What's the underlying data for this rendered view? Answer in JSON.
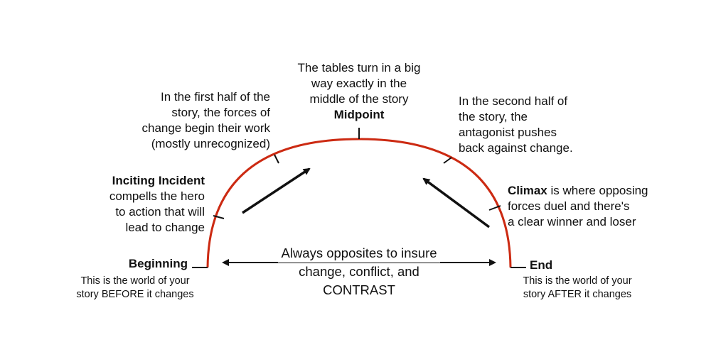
{
  "colors": {
    "arc": "#cc2a12",
    "ink": "#111111",
    "background": "#ffffff"
  },
  "midpoint": {
    "desc": [
      "The tables turn in a big",
      "way exactly in the",
      "middle of the story"
    ],
    "title": "Midpoint"
  },
  "first_half": {
    "desc": [
      "In the first half of the",
      "story, the forces of",
      "change begin their work",
      "(mostly unrecognized)"
    ]
  },
  "second_half": {
    "desc": [
      "In the second half of",
      "the story, the",
      "antagonist pushes",
      "back against change."
    ]
  },
  "inciting_incident": {
    "title": "Inciting Incident",
    "desc": [
      "compells the hero",
      "to action that will",
      "lead to change"
    ]
  },
  "climax": {
    "title": "Climax",
    "desc_first_line_rest": " is where opposing",
    "desc": [
      "forces duel and there's",
      "a clear winner and loser"
    ]
  },
  "beginning": {
    "title": "Beginning",
    "desc": [
      "This is the world of your",
      "story BEFORE it changes"
    ]
  },
  "end": {
    "title": "End",
    "desc": [
      "This is the world of your",
      "story AFTER it changes"
    ]
  },
  "center_note": {
    "lines": [
      "Always opposites to insure",
      "change, conflict, and",
      "CONTRAST"
    ]
  }
}
